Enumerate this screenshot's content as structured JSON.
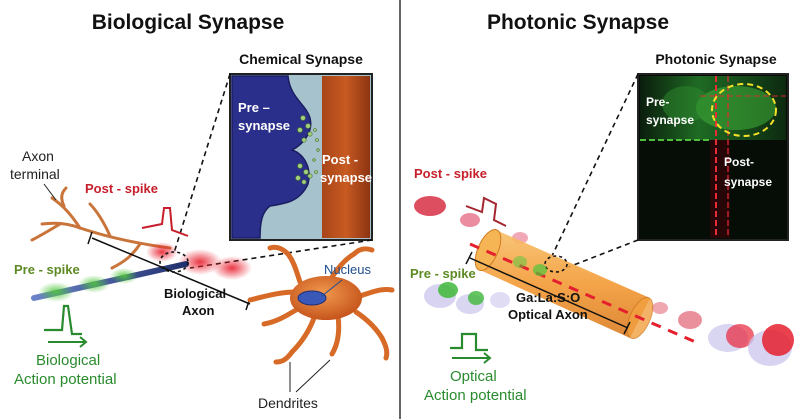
{
  "left_panel": {
    "title": "Biological Synapse",
    "inset_title": "Chemical Synapse",
    "inset_pre_line1": "Pre –",
    "inset_pre_line2": "synapse",
    "inset_post_line1": "Post -",
    "inset_post_line2": "synapse",
    "axon_terminal_line1": "Axon",
    "axon_terminal_line2": "terminal",
    "post_spike": "Post - spike",
    "pre_spike": "Pre - spike",
    "axon_line1": "Biological",
    "axon_line2": "Axon",
    "nucleus": "Nucleus",
    "dendrites": "Dendrites",
    "action_line1": "Biological",
    "action_line2": "Action potential"
  },
  "right_panel": {
    "title": "Photonic Synapse",
    "inset_title": "Photonic Synapse",
    "inset_pre_line1": "Pre-",
    "inset_pre_line2": "synapse",
    "inset_post_line1": "Post-",
    "inset_post_line2": "synapse",
    "post_spike": "Post - spike",
    "pre_spike": "Pre - spike",
    "axon_line1": "Ga:La:S:O",
    "axon_line2": "Optical Axon",
    "action_line1": "Optical",
    "action_line2": "Action potential"
  },
  "colors": {
    "spike_red": "#c61f2b",
    "spike_green": "#2a8b2e",
    "neuron_orange": "#d9702a",
    "axon_blue": "#2e3f8f",
    "fiber_orange": "#f0a13c"
  }
}
